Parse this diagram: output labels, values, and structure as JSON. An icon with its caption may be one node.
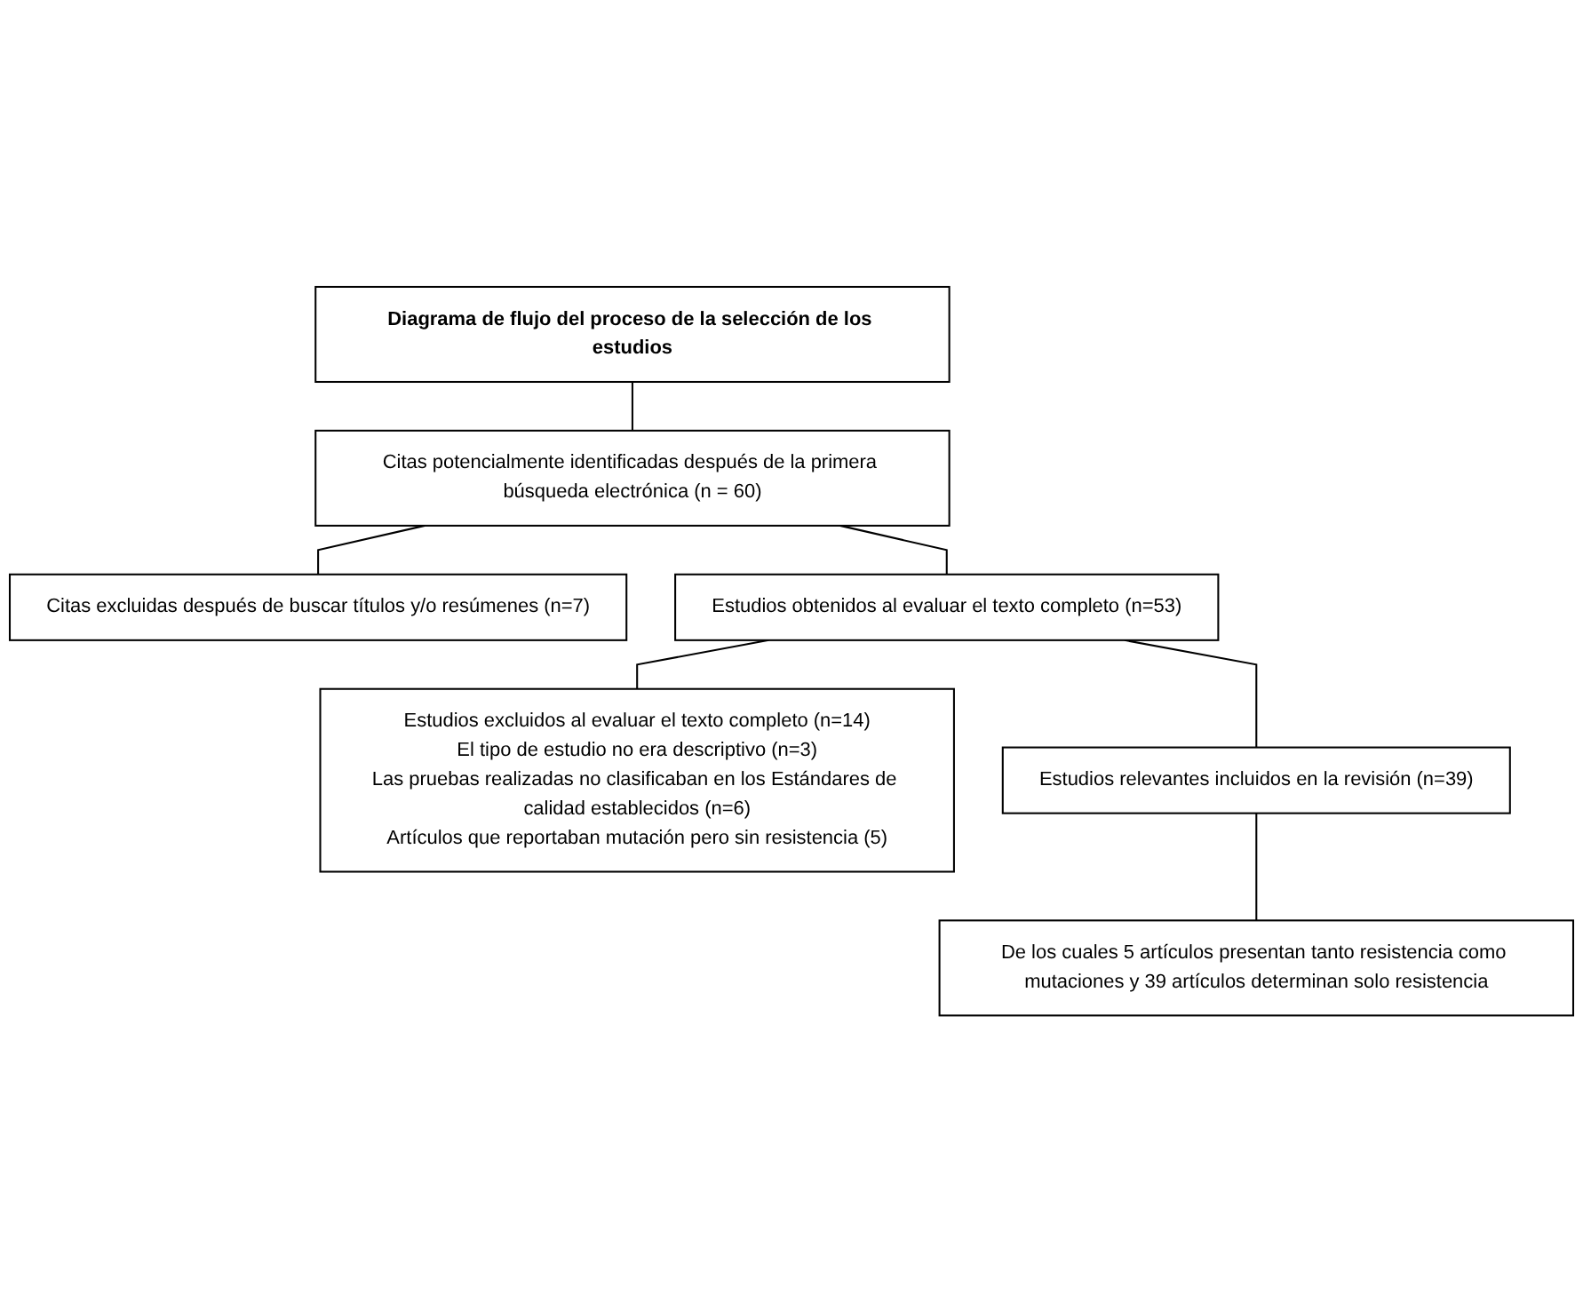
{
  "diagram": {
    "nodes": [
      {
        "text": [
          "Diagrama de flujo del proceso de la selección de los estudios"
        ]
      },
      {
        "text": [
          "Citas potencialmente identificadas después de la primera búsqueda electrónica (n = 60)"
        ]
      },
      {
        "text": [
          "Citas excluidas después de buscar títulos y/o resúmenes (n=7)"
        ]
      },
      {
        "text": [
          "Estudios obtenidos al evaluar el texto completo (n=53)"
        ]
      },
      {
        "text": [
          "Estudios excluidos al evaluar el texto completo (n=14)",
          "El tipo de estudio no era descriptivo (n=3)",
          "Las pruebas realizadas no clasificaban en los Estándares de calidad establecidos (n=6)",
          "Artículos que reportaban mutación pero sin resistencia (5)"
        ]
      },
      {
        "text": [
          "Estudios relevantes incluidos en la revisión (n=39)"
        ]
      },
      {
        "text": [
          "De los cuales 5 artículos presentan tanto resistencia como mutaciones y 39 artículos determinan solo resistencia"
        ]
      }
    ],
    "edges": [
      {
        "from": 0,
        "to": 1,
        "arrow": "none"
      },
      {
        "from": 1,
        "to": 3,
        "arrow": "none"
      },
      {
        "from": 1,
        "to": 2,
        "arrow": "none"
      },
      {
        "from": 3,
        "to": 5,
        "arrow": "none"
      },
      {
        "from": 3,
        "to": 4,
        "arrow": "none"
      },
      {
        "from": 5,
        "to": 6,
        "arrow": "none"
      }
    ]
  }
}
